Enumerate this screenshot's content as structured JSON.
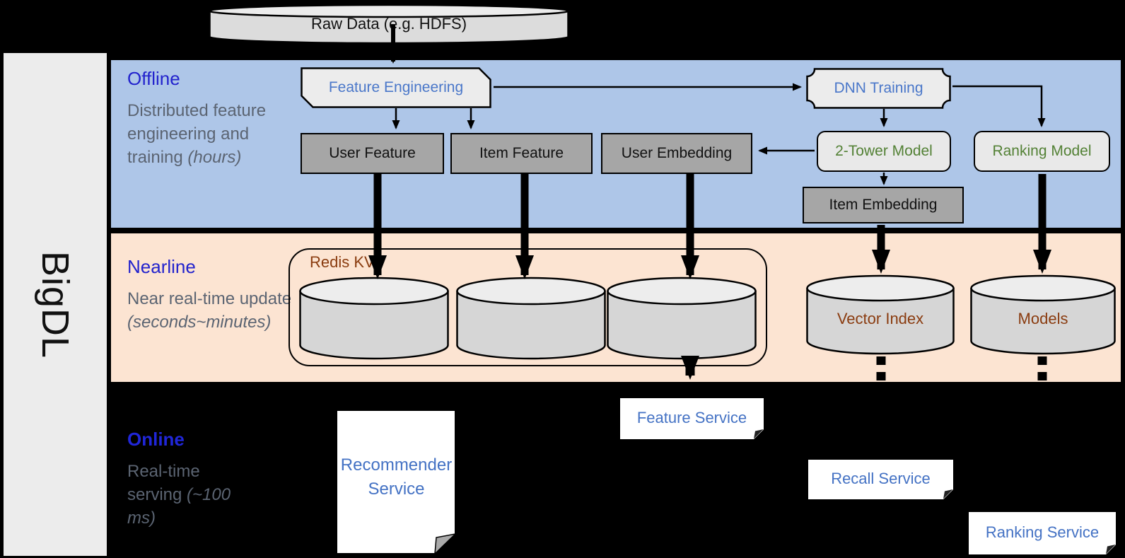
{
  "sidebar": {
    "title": "BigDL"
  },
  "top": {
    "raw_data": "Raw Data (e.g. HDFS)"
  },
  "offline": {
    "label": "Offline",
    "desc": "Distributed feature engineering and training ",
    "desc_italic": "(hours)",
    "feature_engineering": "Feature Engineering",
    "dnn_training": "DNN Training",
    "user_feature": "User Feature",
    "item_feature": "Item Feature",
    "user_embedding": "User Embedding",
    "two_tower_model": "2-Tower Model",
    "ranking_model": "Ranking Model",
    "item_embedding": "Item Embedding"
  },
  "nearline": {
    "label": "Nearline",
    "desc": "Near real-time update ",
    "desc_italic": "(seconds~minutes)",
    "redis_kv": "Redis KV",
    "vector_index": "Vector Index",
    "models": "Models"
  },
  "online": {
    "label": "Online",
    "desc": "Real-time serving ",
    "desc_italic": "(~100 ms)",
    "recommender_service": "Recommender Service",
    "feature_service": "Feature Service",
    "recall_service": "Recall Service",
    "ranking_service": "Ranking Service"
  },
  "colors": {
    "offline_bg": "#aec6e8",
    "nearline_bg": "#fce4d2",
    "online_bg": "#000000",
    "sidebar_bg": "#ececec",
    "gray_box": "#a6a6a6",
    "light_box": "#e9e9e9",
    "heading_blue": "#2323cd",
    "desc_gray": "#5b6472",
    "box_text_blue": "#4a77c9",
    "model_green": "#538135",
    "storage_brown": "#8a3c10",
    "service_blue": "#4472c4"
  }
}
